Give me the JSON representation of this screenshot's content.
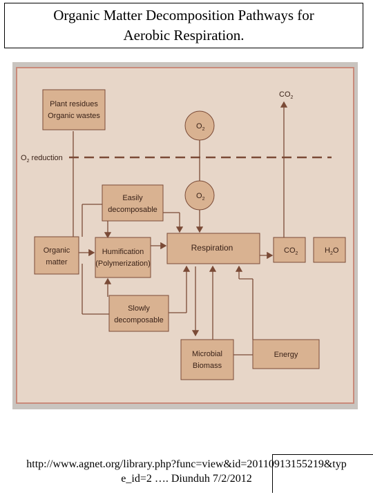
{
  "title": {
    "line1": "Organic Matter Decomposition Pathways for",
    "line2": "Aerobic Respiration."
  },
  "diagram": {
    "plant_residues": {
      "line1": "Plant residues",
      "line2": "Organic wastes"
    },
    "co2_top": "CO",
    "co2_top_sub": "2",
    "o2_upper": "O",
    "o2_upper_sub": "2",
    "o2_reduction": "O",
    "o2_reduction_sub": "2",
    "o2_reduction_rest": " reduction",
    "o2_lower": "O",
    "o2_lower_sub": "2",
    "easily": {
      "line1": "Easily",
      "line2": "decomposable"
    },
    "organic": {
      "line1": "Organic",
      "line2": "matter"
    },
    "humification": {
      "line1": "Humification",
      "line2": "(Polymerization)"
    },
    "respiration": "Respiration",
    "co2_box": "CO",
    "co2_box_sub": "2",
    "h2o_box": "H",
    "h2o_box_sub": "2",
    "h2o_box_rest": "O",
    "slowly": {
      "line1": "Slowly",
      "line2": "decomposable"
    },
    "microbial": {
      "line1": "Microbial",
      "line2": "Biomass"
    },
    "energy": "Energy"
  },
  "source": {
    "line1": "http://www.agnet.org/library.php?func=view&id=20110913155219&typ",
    "line2": "e_id=2 …. Diunduh 7/2/2012"
  },
  "colors": {
    "photo_bg": "#c9c4bf",
    "panel_bg": "#e7d6c8",
    "box_fill": "#d9b291",
    "line": "#7a4a36",
    "border": "#c98a7a"
  }
}
